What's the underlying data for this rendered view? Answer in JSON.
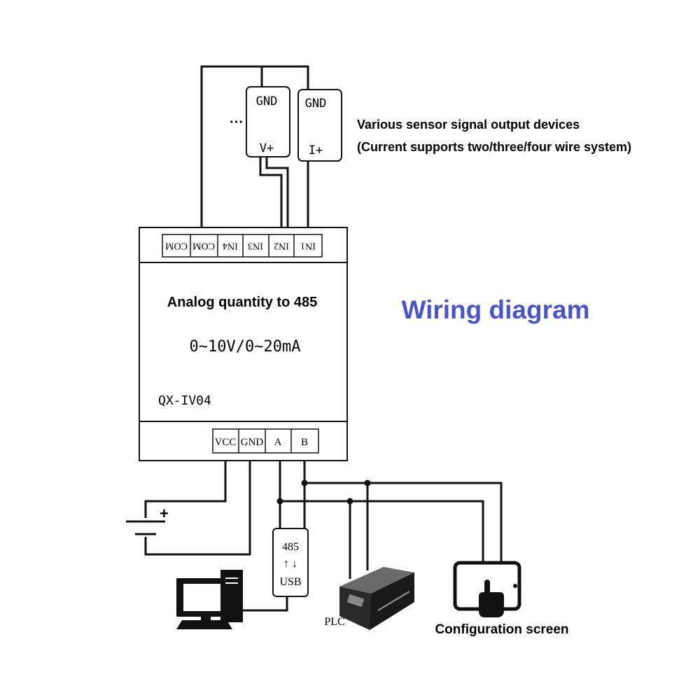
{
  "title": "Wiring diagram",
  "module": {
    "name": "Analog quantity to 485",
    "range": "0~10V/0~20mA",
    "model": "QX-IV04",
    "top_terminals": [
      "COM",
      "COM",
      "IN4",
      "IN3",
      "IN2",
      "IN1"
    ],
    "bottom_terminals": [
      "VCC",
      "GND",
      "A",
      "B"
    ]
  },
  "sensors": {
    "device_v": {
      "top": "GND",
      "bottom": "V+"
    },
    "device_i": {
      "top": "GND",
      "bottom": "I+"
    },
    "ellipsis": "···",
    "description_line1": "Various sensor signal output devices",
    "description_line2": "(Current supports two/three/four wire system)"
  },
  "battery": {
    "plus": "+"
  },
  "converter": {
    "top": "485",
    "arrows": "↑ ↓",
    "bottom": "USB"
  },
  "devices": {
    "plc": "PLC",
    "screen": "Configuration screen"
  },
  "colors": {
    "title": "#4a56c6",
    "line": "#111111"
  }
}
